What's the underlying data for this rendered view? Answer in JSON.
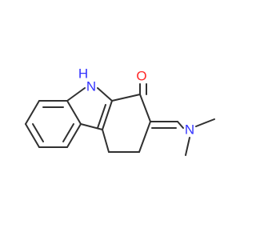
{
  "atoms": [
    {
      "id": "N1",
      "element": "N",
      "label": "N",
      "color": "#3232ff"
    },
    {
      "id": "H1",
      "element": "H",
      "label": "H",
      "color": "#3232ff"
    },
    {
      "id": "O1",
      "element": "O",
      "label": "O",
      "color": "#ff2a2a"
    },
    {
      "id": "N2",
      "element": "N",
      "label": "N",
      "color": "#3232ff"
    }
  ],
  "colors": {
    "bond": "#303030",
    "nitrogen": "#3232ff",
    "oxygen": "#ff2a2a",
    "background": "#ffffff"
  }
}
